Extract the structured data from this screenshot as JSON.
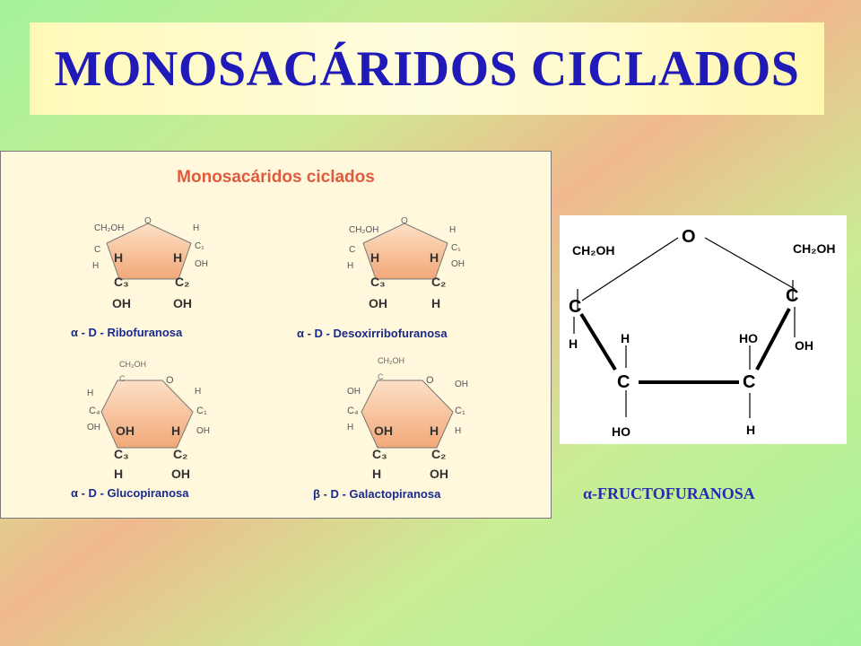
{
  "title": "MONOSACÁRIDOS CICLADOS",
  "panel": {
    "heading": "Monosacáridos ciclados",
    "molecules": [
      {
        "name": "ribofuranosa",
        "caption": "α - D - Ribofuranosa"
      },
      {
        "name": "desoxirribofuranosa",
        "caption": "α - D - Desoxirribofuranosa"
      },
      {
        "name": "glucopiranosa",
        "caption": "α - D - Glucopiranosa"
      },
      {
        "name": "galactopiranosa",
        "caption": "β - D - Galactopiranosa"
      }
    ]
  },
  "fructofuranosa": {
    "caption": "α-FRUCTOFURANOSA"
  },
  "colors": {
    "title_text": "#1f1ab8",
    "heading": "#e05b3e",
    "ring_fill": "#f4b183",
    "caption": "#1a2a8a"
  }
}
